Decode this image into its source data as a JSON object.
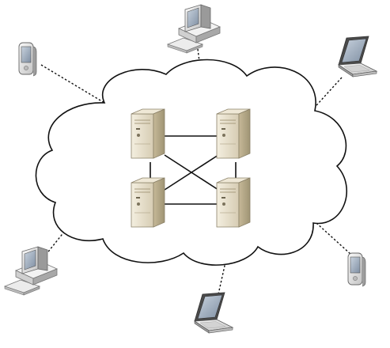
{
  "diagram": {
    "type": "network-cloud",
    "colors": {
      "cloud_fill": "#ffffff",
      "cloud_stroke": "#111111",
      "link": "#111111",
      "server_light": "#e9e2cf",
      "server_dark": "#b9ad8f",
      "screen": "#9aa8b8"
    },
    "servers": [
      {
        "id": "server-top-left"
      },
      {
        "id": "server-top-right"
      },
      {
        "id": "server-bottom-left"
      },
      {
        "id": "server-bottom-right"
      }
    ],
    "server_links": [
      [
        "server-top-left",
        "server-top-right"
      ],
      [
        "server-bottom-left",
        "server-bottom-right"
      ],
      [
        "server-top-left",
        "server-bottom-left"
      ],
      [
        "server-top-right",
        "server-bottom-right"
      ],
      [
        "server-top-left",
        "server-bottom-right"
      ],
      [
        "server-top-right",
        "server-bottom-left"
      ]
    ],
    "clients": [
      {
        "id": "pda-top-left",
        "icon": "pda-icon"
      },
      {
        "id": "desktop-top",
        "icon": "desktop-computer-icon"
      },
      {
        "id": "laptop-top-right",
        "icon": "laptop-icon"
      },
      {
        "id": "desktop-bottom-left",
        "icon": "desktop-computer-icon"
      },
      {
        "id": "laptop-bottom",
        "icon": "laptop-icon"
      },
      {
        "id": "pda-bottom-right",
        "icon": "pda-icon"
      }
    ],
    "client_link_style": "dotted"
  }
}
